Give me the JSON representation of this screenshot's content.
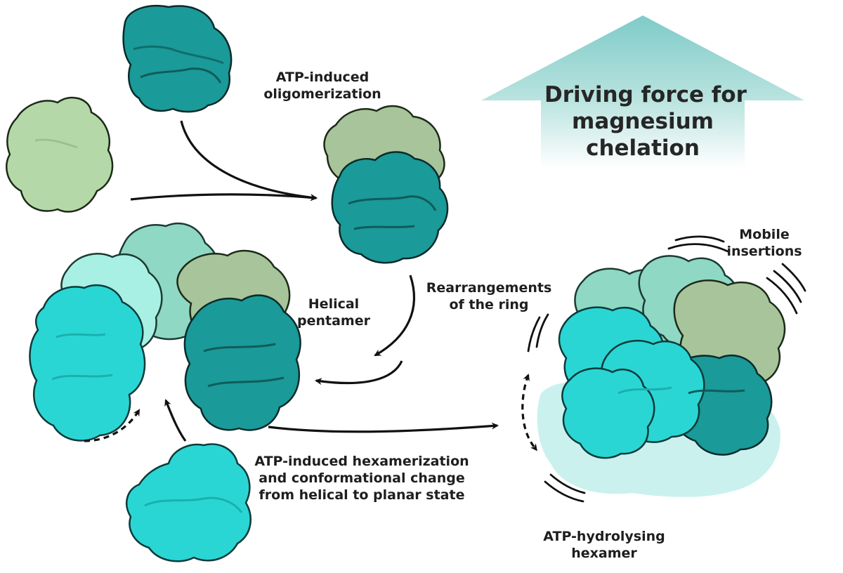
{
  "labels": {
    "oligomerization": [
      "ATP-induced",
      "oligomerization"
    ],
    "driving_force": [
      "Driving force for",
      "magnesium",
      "chelation"
    ],
    "mobile": [
      "Mobile",
      "insertions"
    ],
    "rearrangements": [
      "Rearrangements",
      "of the ring"
    ],
    "helical": [
      "Helical",
      "pentamer"
    ],
    "hexamerization": [
      "ATP-induced hexamerization",
      "and conformational change",
      "from helical to planar state"
    ],
    "hydrolysing": [
      "ATP-hydrolysing",
      "hexamer"
    ]
  },
  "colors": {
    "light_green": "#b5d8a8",
    "sage": "#a8c49a",
    "mint": "#8ed8c4",
    "pale_cyan": "#a8f0e4",
    "teal": "#1a9a98",
    "cyan": "#2ad6d4",
    "arrow": "#111111",
    "driving_arrow_top": "#7ecbc8",
    "driving_arrow_bottom": "#ffffff"
  },
  "icons": [
    "protein-blob",
    "curved-arrow",
    "dashed-double-arrow",
    "motion-lines"
  ]
}
